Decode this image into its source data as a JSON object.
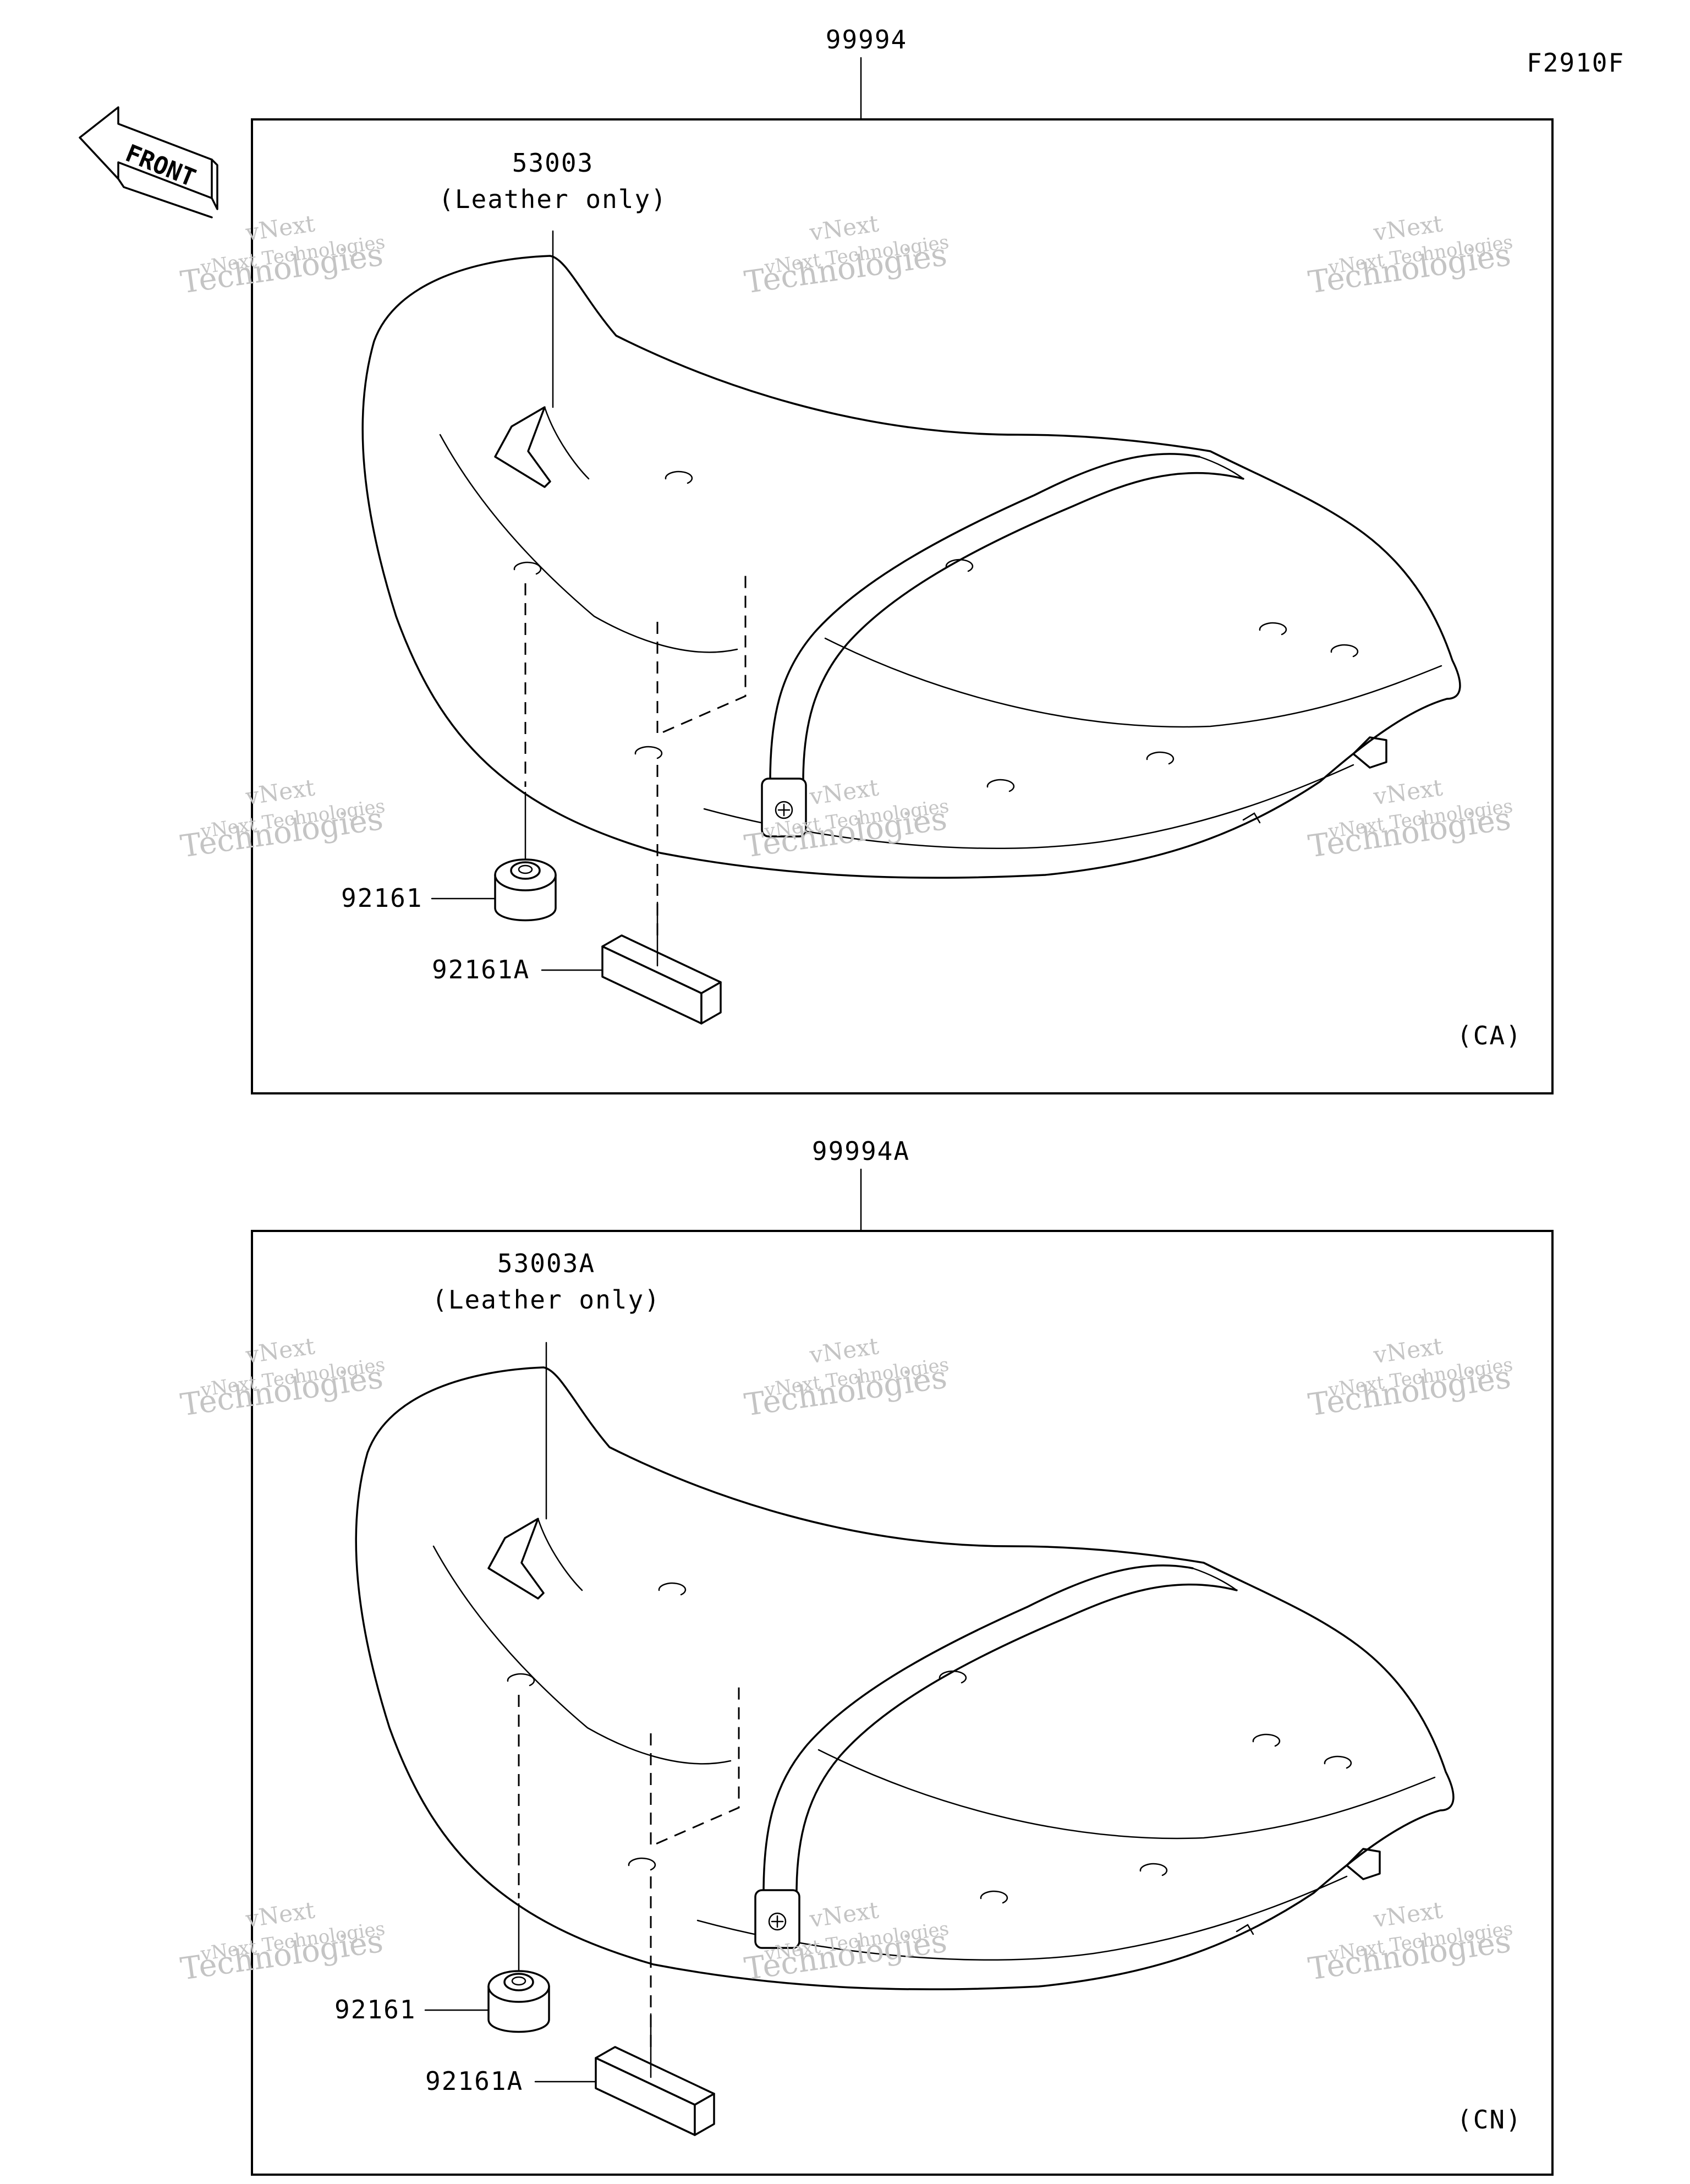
{
  "figure_code": "F2910F",
  "front_arrow_label": "FRONT",
  "watermark": {
    "line1": "vNext",
    "line2": "vNext Technologies",
    "line3": "Technologies"
  },
  "panels": [
    {
      "assembly_part": "99994",
      "variant": "(CA)",
      "seat_cover_part": "53003",
      "seat_cover_note": "(Leather only)",
      "damper_part": "92161",
      "pad_part": "92161A"
    },
    {
      "assembly_part": "99994A",
      "variant": "(CN)",
      "seat_cover_part": "53003A",
      "seat_cover_note": "(Leather only)",
      "damper_part": "92161",
      "pad_part": "92161A"
    }
  ]
}
